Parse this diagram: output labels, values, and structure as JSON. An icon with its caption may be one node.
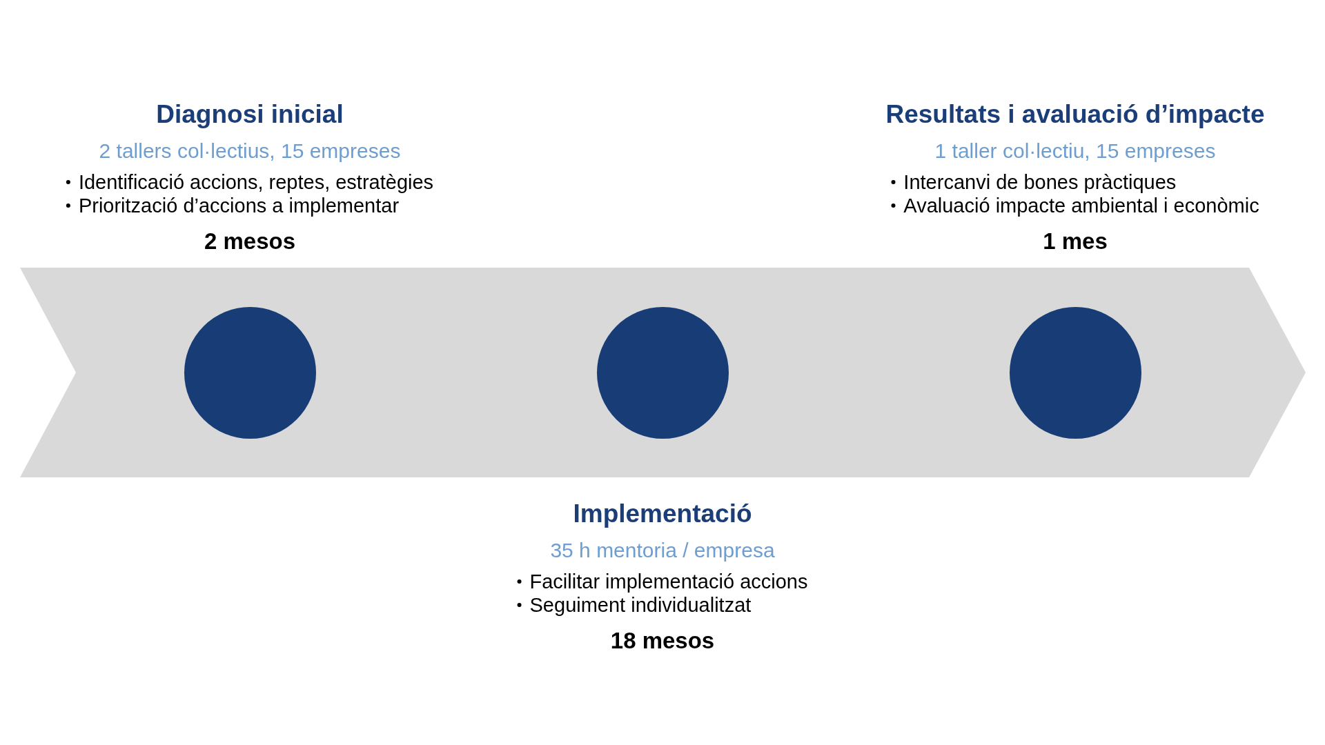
{
  "diagram": {
    "nodes": [
      {
        "text": [],
        "shape": "chevron"
      },
      {
        "text": [],
        "shape": "circle",
        "in": 0,
        "beside": [
          "Diagnosi inicial",
          "2 tallers col·lectius, 15 empreses",
          "Identificació accions, reptes, estratègies",
          "Priorització d’accions a implementar",
          "2 mesos"
        ]
      },
      {
        "text": [],
        "shape": "circle",
        "in": 0,
        "beside": [
          "Implementació",
          "35 h mentoria / empresa",
          "Facilitar implementació accions",
          "Seguiment individualitzat",
          "18 mesos"
        ]
      },
      {
        "text": [],
        "shape": "circle",
        "in": 0,
        "beside": [
          "Resultats i avaluació d’impacte",
          "1 taller col·lectiu, 15 empreses",
          "Intercanvi de bones pràctiques",
          "Avaluació impacte ambiental i econòmic",
          "1 mes"
        ]
      }
    ]
  }
}
